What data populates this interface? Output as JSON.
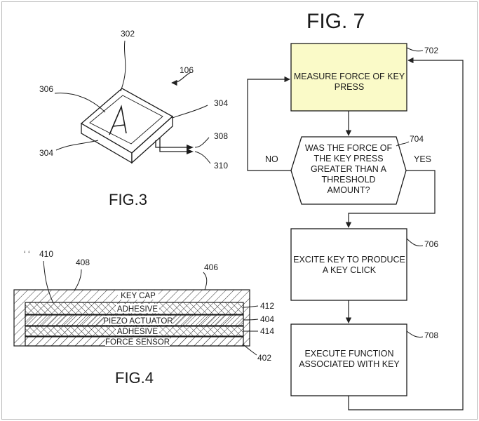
{
  "fig3": {
    "caption": "FIG.3",
    "key_letter": "A",
    "refs": [
      "106",
      "302",
      "306",
      "304",
      "304",
      "308",
      "310"
    ]
  },
  "fig4": {
    "caption": "FIG.4",
    "refs": [
      "410",
      "408",
      "406",
      "412",
      "404",
      "414",
      "402"
    ],
    "layers": [
      "KEY CAP",
      "ADHESIVE",
      "PIEZO ACTUATOR",
      "ADHESIVE",
      "FORCE SENSOR"
    ]
  },
  "fig7": {
    "title": "FIG. 7",
    "highlight_color": "#fafac8",
    "steps": [
      {
        "ref": "702",
        "lines": [
          "MEASURE FORCE OF KEY",
          "PRESS"
        ]
      },
      {
        "ref": "704",
        "lines": [
          "WAS THE FORCE OF",
          "THE KEY PRESS",
          "GREATER THAN A",
          "THRESHOLD",
          "AMOUNT?"
        ]
      },
      {
        "ref": "706",
        "lines": [
          "EXCITE KEY TO PRODUCE",
          "A KEY CLICK"
        ]
      },
      {
        "ref": "708",
        "lines": [
          "EXECUTE FUNCTION",
          "ASSOCIATED WITH KEY"
        ]
      }
    ],
    "no_label": "NO",
    "yes_label": "YES"
  }
}
